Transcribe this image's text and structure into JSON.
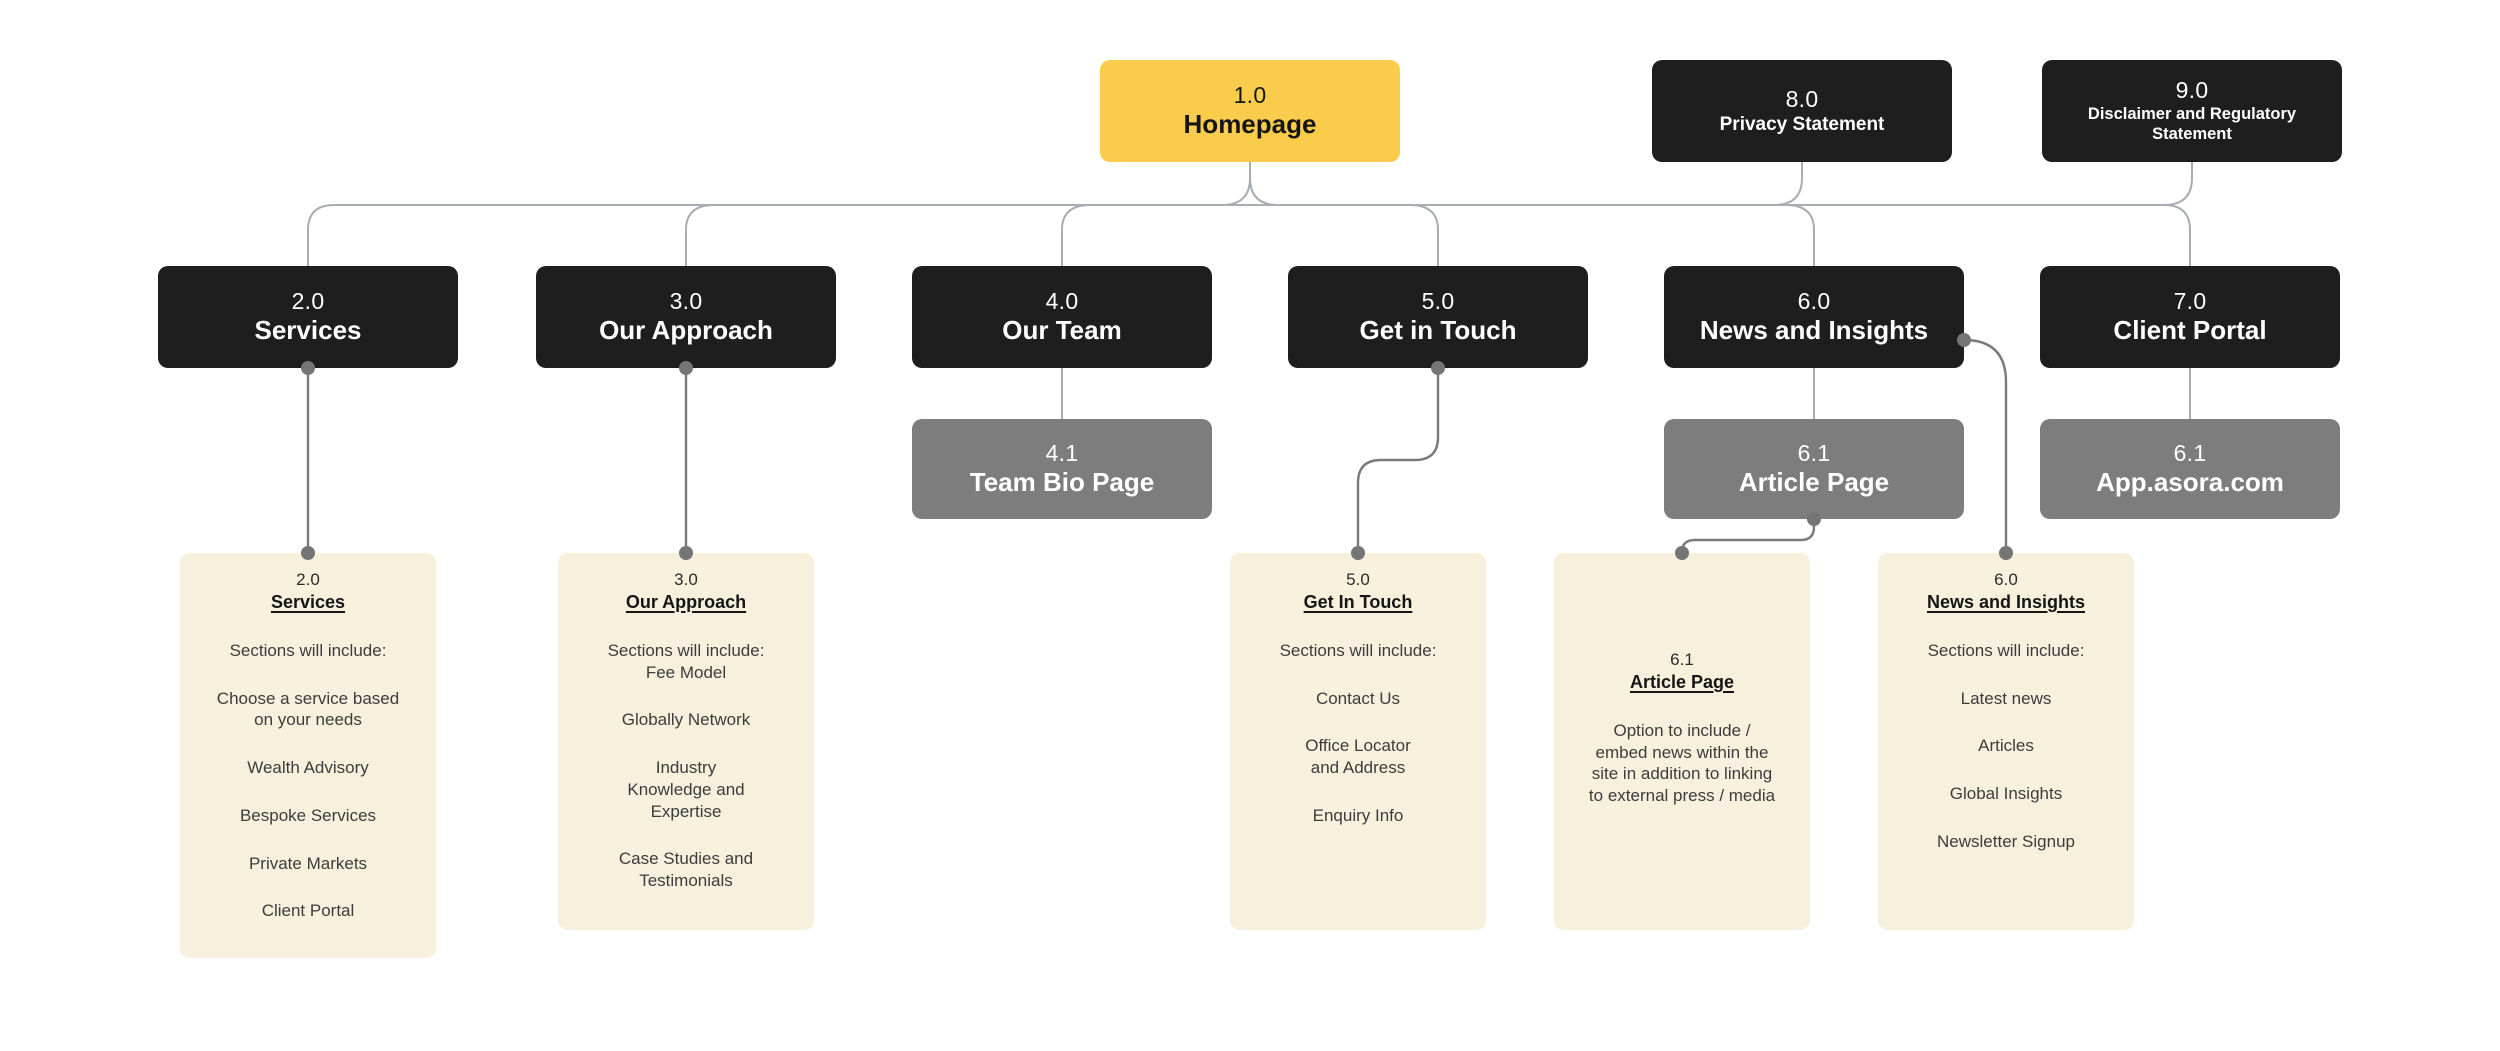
{
  "palette": {
    "yellow": "#FACC4B",
    "dark": "#1E1E1E",
    "gray": "#7D7D7D",
    "cream": "#F7F0DD",
    "wire": "#A8ADB3",
    "link": "#7A7A7A",
    "dot": "#757575",
    "ink": "#151515",
    "body": "#3C3C3C",
    "white": "#FFFFFF"
  },
  "nodes": {
    "homepage": {
      "num": "1.0",
      "label": "Homepage"
    },
    "privacy": {
      "num": "8.0",
      "label": "Privacy Statement"
    },
    "disclaimer": {
      "num": "9.0",
      "label": "Disclaimer and Regulatory Statement"
    },
    "services": {
      "num": "2.0",
      "label": "Services"
    },
    "approach": {
      "num": "3.0",
      "label": "Our Approach"
    },
    "team": {
      "num": "4.0",
      "label": "Our Team"
    },
    "contact": {
      "num": "5.0",
      "label": "Get in Touch"
    },
    "news": {
      "num": "6.0",
      "label": "News and Insights"
    },
    "portal": {
      "num": "7.0",
      "label": "Client Portal"
    },
    "team_bio": {
      "num": "4.1",
      "label": "Team Bio Page"
    },
    "article": {
      "num": "6.1",
      "label": "Article Page"
    },
    "app": {
      "num": "6.1",
      "label": "App.asora.com"
    }
  },
  "notes": {
    "services": {
      "num": "2.0",
      "title": "Services",
      "items": [
        "Sections will include:",
        "Choose a service based\non your needs",
        "Wealth Advisory",
        "Bespoke Services",
        "Private Markets",
        "Client Portal"
      ]
    },
    "approach": {
      "num": "3.0",
      "title": "Our Approach",
      "items": [
        "Sections will include:\nFee Model",
        "Globally Network",
        "Industry\nKnowledge and\nExpertise",
        "Case Studies and\nTestimonials"
      ]
    },
    "contact": {
      "num": "5.0",
      "title": "Get In Touch",
      "items": [
        "Sections will include:",
        "Contact Us",
        "Office Locator\nand Address",
        "Enquiry Info"
      ]
    },
    "article": {
      "num": "6.1",
      "title": "Article Page",
      "items": [
        "Option to include /\nembed news within the\nsite in addition to linking\nto external press / media"
      ]
    },
    "news": {
      "num": "6.0",
      "title": "News and Insights",
      "items": [
        "Sections will include:",
        "Latest news",
        "Articles",
        "Global Insights",
        "Newsletter Signup"
      ]
    }
  }
}
